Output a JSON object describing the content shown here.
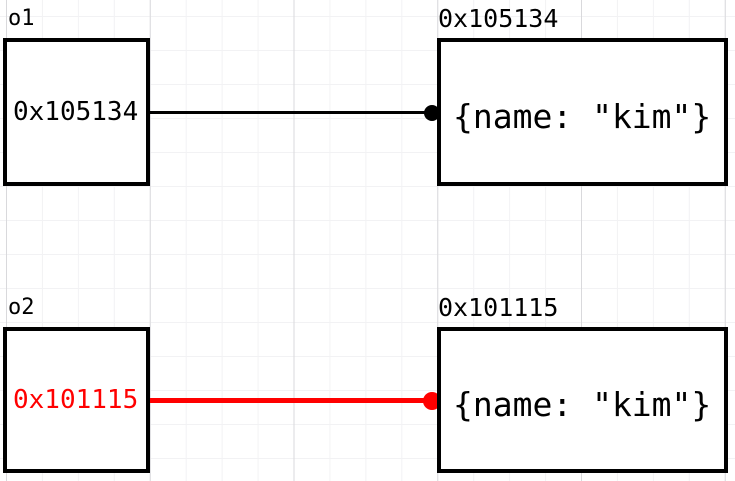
{
  "diagram": {
    "description": "Two variables referencing objects on graph paper",
    "grid": {
      "background": "#ffffff",
      "minor_line_color": "#f2f2f4",
      "major_line_color": "#d9d9dc"
    },
    "colors": {
      "black": "#000000",
      "red": "#ff0000"
    },
    "rows": [
      {
        "variable": {
          "name": "o1",
          "value": "0x105134",
          "value_color": "#000000"
        },
        "pointer": {
          "color": "#000000"
        },
        "object": {
          "address": "0x105134",
          "value": "{name: \"kim\"}"
        }
      },
      {
        "variable": {
          "name": "o2",
          "value": "0x101115",
          "value_color": "#ff0000"
        },
        "pointer": {
          "color": "#ff0000"
        },
        "object": {
          "address": "0x101115",
          "value": "{name: \"kim\"}"
        }
      }
    ]
  }
}
